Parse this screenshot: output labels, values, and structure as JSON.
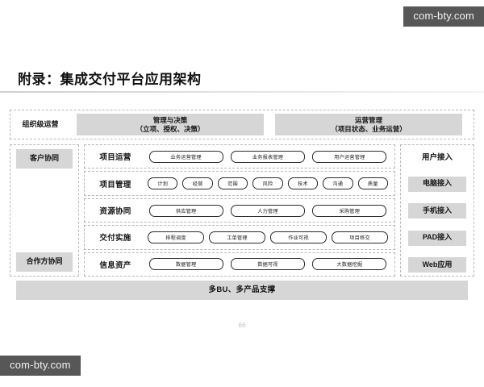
{
  "watermark": {
    "top_text": "com-bty.com",
    "bottom_text": "com-bty.com",
    "background_color": "#575757"
  },
  "slide": {
    "title": "附录：集成交付平台应用架构",
    "page_number": "66"
  },
  "diagram": {
    "organization_label": "组织级运营",
    "top_band": [
      {
        "title": "管理与决策",
        "subtitle": "（立项、授权、决策）"
      },
      {
        "title": "运营管理",
        "subtitle": "（项目状态、业务运营）"
      }
    ],
    "left_column": {
      "top_label": "客户协同",
      "bottom_label": "合作方协同"
    },
    "capability_rows": [
      {
        "label": "项目运营",
        "items": [
          "业务运营管理",
          "业务报表管理",
          "用户运营管理"
        ]
      },
      {
        "label": "项目管理",
        "items": [
          "计划",
          "经营",
          "范围",
          "风险",
          "技术",
          "沟通",
          "质量"
        ]
      },
      {
        "label": "资源协同",
        "items": [
          "供应管理",
          "人力管理",
          "采购管理"
        ]
      },
      {
        "label": "交付实施",
        "items": [
          "排程调度",
          "工单管理",
          "作业可视",
          "项目移交"
        ]
      },
      {
        "label": "信息资产",
        "items": [
          "数据管理",
          "数据可视",
          "大数据挖掘"
        ]
      }
    ],
    "right_column": {
      "header": "用户接入",
      "items": [
        "电脑接入",
        "手机接入",
        "PAD接入",
        "Web应用"
      ]
    },
    "bottom_band": "多BU、多产品支撑",
    "colors": {
      "gray_box": "#d6d6d6",
      "dashed_border": "#b8b8b8",
      "pill_border": "#2a2a2a"
    }
  }
}
